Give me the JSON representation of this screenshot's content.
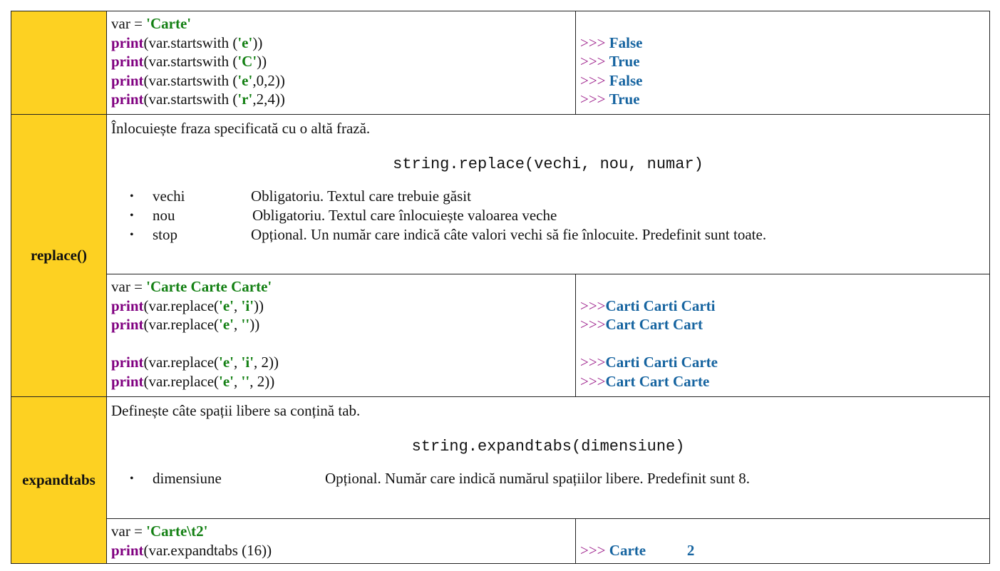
{
  "startswith_example": {
    "code": [
      {
        "parts": [
          {
            "t": "var = ",
            "c": ""
          },
          {
            "t": "'Carte'",
            "c": "str"
          }
        ]
      },
      {
        "parts": [
          {
            "t": "print",
            "c": "kw"
          },
          {
            "t": "(var.startswith (",
            "c": ""
          },
          {
            "t": "'e'",
            "c": "str"
          },
          {
            "t": "))",
            "c": ""
          }
        ]
      },
      {
        "parts": [
          {
            "t": "print",
            "c": "kw"
          },
          {
            "t": "(var.startswith (",
            "c": ""
          },
          {
            "t": "'C'",
            "c": "str"
          },
          {
            "t": "))",
            "c": ""
          }
        ]
      },
      {
        "parts": [
          {
            "t": "print",
            "c": "kw"
          },
          {
            "t": "(var.startswith (",
            "c": ""
          },
          {
            "t": "'e'",
            "c": "str"
          },
          {
            "t": ",0,2))",
            "c": ""
          }
        ]
      },
      {
        "parts": [
          {
            "t": "print",
            "c": "kw"
          },
          {
            "t": "(var.startswith (",
            "c": ""
          },
          {
            "t": "'r'",
            "c": "str"
          },
          {
            "t": ",2,4))",
            "c": ""
          }
        ]
      }
    ],
    "output": [
      {
        "prompt": "",
        "value": ""
      },
      {
        "prompt": ">>> ",
        "value": "False"
      },
      {
        "prompt": ">>> ",
        "value": "True"
      },
      {
        "prompt": ">>> ",
        "value": "False"
      },
      {
        "prompt": ">>> ",
        "value": "True"
      }
    ]
  },
  "replace": {
    "name": "replace()",
    "description": "Înlocuiește fraza specificată cu o altă frază.",
    "syntax": "string.replace(vechi, nou, numar)",
    "params": [
      {
        "bullet": "•",
        "name": "vechi",
        "desc": "Obligatoriu. Textul care trebuie găsit"
      },
      {
        "bullet": "•",
        "name": "nou",
        "desc": "Obligatoriu. Textul care înlocuiește valoarea veche"
      },
      {
        "bullet": "•",
        "name": "stop",
        "desc": "Opțional. Un număr care indică câte valori vechi să fie înlocuite. Predefinit sunt toate."
      }
    ],
    "code": [
      {
        "parts": [
          {
            "t": "var = ",
            "c": ""
          },
          {
            "t": "'Carte Carte Carte'",
            "c": "str"
          }
        ]
      },
      {
        "parts": [
          {
            "t": "print",
            "c": "kw"
          },
          {
            "t": "(var.replace(",
            "c": ""
          },
          {
            "t": "'e'",
            "c": "str"
          },
          {
            "t": ", ",
            "c": ""
          },
          {
            "t": "'i'",
            "c": "str"
          },
          {
            "t": "))",
            "c": ""
          }
        ]
      },
      {
        "parts": [
          {
            "t": "print",
            "c": "kw"
          },
          {
            "t": "(var.replace(",
            "c": ""
          },
          {
            "t": "'e'",
            "c": "str"
          },
          {
            "t": ", ",
            "c": ""
          },
          {
            "t": "''",
            "c": "str"
          },
          {
            "t": "))",
            "c": ""
          }
        ]
      },
      {
        "parts": []
      },
      {
        "parts": [
          {
            "t": "print",
            "c": "kw"
          },
          {
            "t": "(var.replace(",
            "c": ""
          },
          {
            "t": "'e'",
            "c": "str"
          },
          {
            "t": ", ",
            "c": ""
          },
          {
            "t": "'i'",
            "c": "str"
          },
          {
            "t": ", 2))",
            "c": ""
          }
        ]
      },
      {
        "parts": [
          {
            "t": "print",
            "c": "kw"
          },
          {
            "t": "(var.replace(",
            "c": ""
          },
          {
            "t": "'e'",
            "c": "str"
          },
          {
            "t": ", ",
            "c": ""
          },
          {
            "t": "''",
            "c": "str"
          },
          {
            "t": ", 2))",
            "c": ""
          }
        ]
      }
    ],
    "output": [
      {
        "prompt": "",
        "value": ""
      },
      {
        "prompt": ">>>",
        "value": "Carti Carti Carti"
      },
      {
        "prompt": ">>>",
        "value": "Cart Cart Cart"
      },
      {
        "prompt": "",
        "value": ""
      },
      {
        "prompt": ">>>",
        "value": "Carti Carti Carte"
      },
      {
        "prompt": ">>>",
        "value": "Cart Cart Carte"
      }
    ]
  },
  "expandtabs": {
    "name": "expandtabs",
    "description": "Definește câte spații libere sa conțină tab.",
    "syntax": "string.expandtabs(dimensiune)",
    "params": [
      {
        "bullet": "•",
        "name": "dimensiune",
        "desc": "Opțional. Număr care indică numărul spațiilor libere. Predefinit sunt 8."
      }
    ],
    "code": [
      {
        "parts": [
          {
            "t": "var = ",
            "c": ""
          },
          {
            "t": "'Carte\\t2'",
            "c": "str"
          }
        ]
      },
      {
        "parts": [
          {
            "t": "print",
            "c": "kw"
          },
          {
            "t": "(var.expandtabs (16))",
            "c": ""
          }
        ]
      }
    ],
    "output": [
      {
        "prompt": "",
        "value": ""
      },
      {
        "prompt": ">>> ",
        "value": "Carte           2"
      }
    ]
  }
}
